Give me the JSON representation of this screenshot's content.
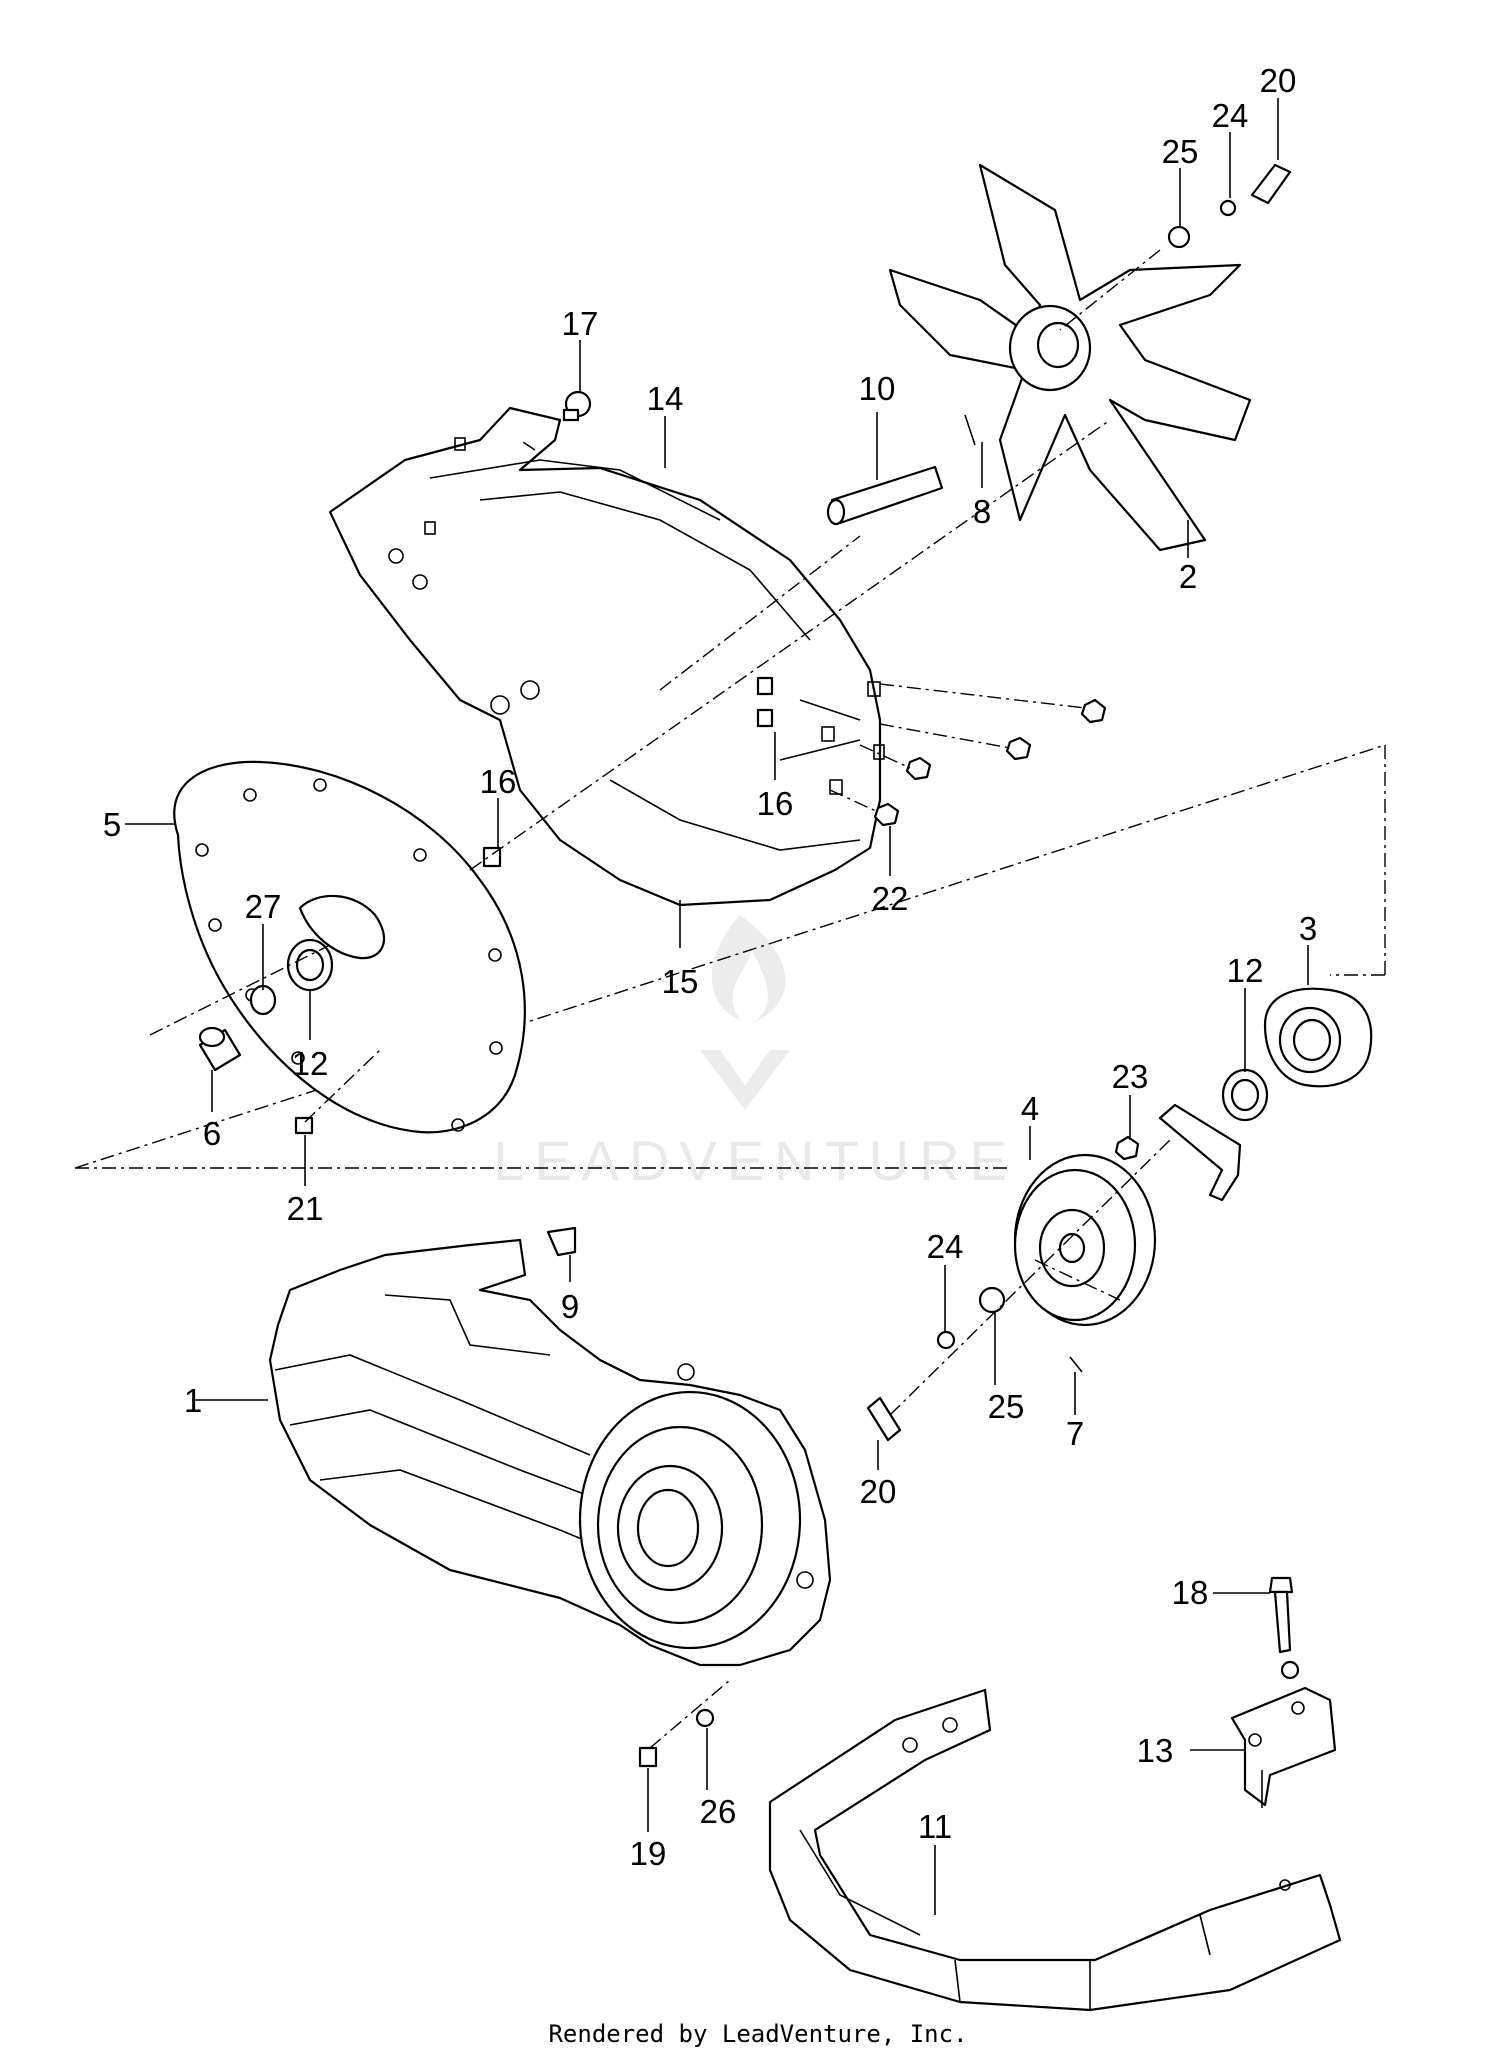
{
  "diagram": {
    "part_labels": [
      "1",
      "2",
      "3",
      "4",
      "5",
      "6",
      "7",
      "8",
      "9",
      "10",
      "11",
      "12",
      "12",
      "13",
      "14",
      "15",
      "16",
      "16",
      "17",
      "18",
      "19",
      "20",
      "20",
      "21",
      "22",
      "23",
      "24",
      "24",
      "25",
      "25",
      "26",
      "27"
    ],
    "watermark": "LEADVENTURE",
    "footer": "Rendered by LeadVenture, Inc."
  }
}
